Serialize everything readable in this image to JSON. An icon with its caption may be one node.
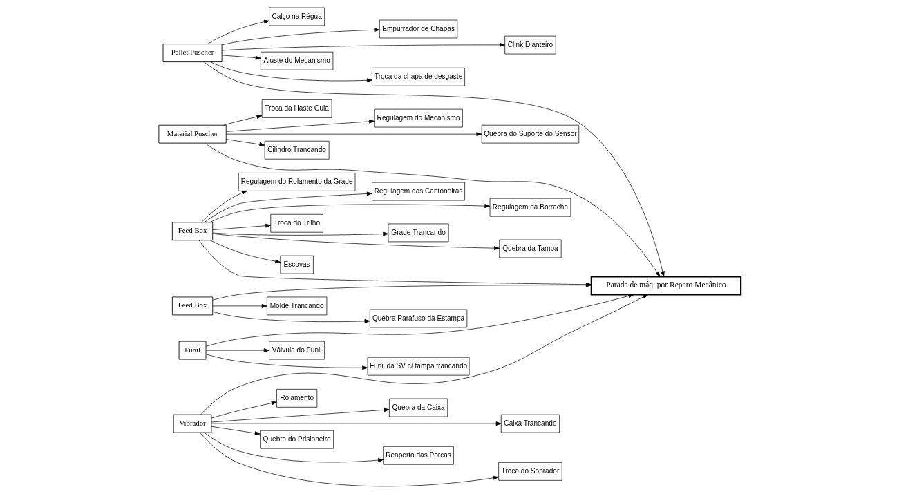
{
  "diagram": {
    "nodes": [
      {
        "text": [
          "Pallet Puscher"
        ]
      },
      {
        "text": [
          "Calço na Régua"
        ]
      },
      {
        "text": [
          "Empurrador de Chapas"
        ]
      },
      {
        "text": [
          "Clink Dianteiro"
        ]
      },
      {
        "text": [
          "Ajuste do Mecanismo"
        ]
      },
      {
        "text": [
          "Troca da chapa de desgaste"
        ]
      },
      {
        "text": [
          "Material Puscher"
        ]
      },
      {
        "text": [
          "Troca da Haste Guia"
        ]
      },
      {
        "text": [
          "Regulagem do Mecanismo"
        ]
      },
      {
        "text": [
          "Quebra do Suporte do Sensor"
        ]
      },
      {
        "text": [
          "Cilindro Trancando"
        ]
      },
      {
        "text": [
          "Feed Box"
        ]
      },
      {
        "text": [
          "Regulagem do Rolamento da Grade"
        ]
      },
      {
        "text": [
          "Regulagem das Cantoneiras"
        ]
      },
      {
        "text": [
          "Regulagem da Borracha"
        ]
      },
      {
        "text": [
          "Troca do Trilho"
        ]
      },
      {
        "text": [
          "Grade Trancando"
        ]
      },
      {
        "text": [
          "Quebra da Tampa"
        ]
      },
      {
        "text": [
          "Escovas"
        ]
      },
      {
        "text": [
          "Parada de máq. por Reparo Mecânico"
        ]
      },
      {
        "text": [
          "Feed Box"
        ]
      },
      {
        "text": [
          "Molde Trancando"
        ]
      },
      {
        "text": [
          "Quebra Parafuso da Estampa"
        ]
      },
      {
        "text": [
          "Funil"
        ]
      },
      {
        "text": [
          "Válvula do Funil"
        ]
      },
      {
        "text": [
          "Funil da SV c/ tampa trancando"
        ]
      },
      {
        "text": [
          "Vibrador"
        ]
      },
      {
        "text": [
          "Rolamento"
        ]
      },
      {
        "text": [
          "Quebra da Caixa"
        ]
      },
      {
        "text": [
          "Caixa Trancando"
        ]
      },
      {
        "text": [
          "Quebra do Prisioneiro"
        ]
      },
      {
        "text": [
          "Reaperto das Porcas"
        ]
      },
      {
        "text": [
          "Troca do Soprador"
        ]
      }
    ],
    "edges": [
      {
        "from": 0,
        "to": 19,
        "arrow": "to"
      },
      {
        "from": 0,
        "to": 1,
        "arrow": "to"
      },
      {
        "from": 0,
        "to": 2,
        "arrow": "to"
      },
      {
        "from": 0,
        "to": 3,
        "arrow": "to"
      },
      {
        "from": 0,
        "to": 4,
        "arrow": "to"
      },
      {
        "from": 0,
        "to": 5,
        "arrow": "to"
      },
      {
        "from": 6,
        "to": 19,
        "arrow": "to"
      },
      {
        "from": 6,
        "to": 7,
        "arrow": "to"
      },
      {
        "from": 6,
        "to": 8,
        "arrow": "to"
      },
      {
        "from": 6,
        "to": 9,
        "arrow": "to"
      },
      {
        "from": 6,
        "to": 10,
        "arrow": "to"
      },
      {
        "from": 11,
        "to": 19,
        "arrow": "to"
      },
      {
        "from": 11,
        "to": 12,
        "arrow": "to"
      },
      {
        "from": 11,
        "to": 13,
        "arrow": "to"
      },
      {
        "from": 11,
        "to": 14,
        "arrow": "to"
      },
      {
        "from": 11,
        "to": 15,
        "arrow": "to"
      },
      {
        "from": 11,
        "to": 16,
        "arrow": "to"
      },
      {
        "from": 11,
        "to": 17,
        "arrow": "to"
      },
      {
        "from": 11,
        "to": 18,
        "arrow": "to"
      },
      {
        "from": 20,
        "to": 19,
        "arrow": "to"
      },
      {
        "from": 20,
        "to": 21,
        "arrow": "to"
      },
      {
        "from": 20,
        "to": 22,
        "arrow": "to"
      },
      {
        "from": 23,
        "to": 19,
        "arrow": "to"
      },
      {
        "from": 23,
        "to": 24,
        "arrow": "to"
      },
      {
        "from": 23,
        "to": 25,
        "arrow": "to"
      },
      {
        "from": 26,
        "to": 19,
        "arrow": "to"
      },
      {
        "from": 26,
        "to": 27,
        "arrow": "to"
      },
      {
        "from": 26,
        "to": 28,
        "arrow": "to"
      },
      {
        "from": 26,
        "to": 29,
        "arrow": "to"
      },
      {
        "from": 26,
        "to": 30,
        "arrow": "to"
      },
      {
        "from": 26,
        "to": 31,
        "arrow": "to"
      },
      {
        "from": 26,
        "to": 32,
        "arrow": "to"
      }
    ]
  }
}
